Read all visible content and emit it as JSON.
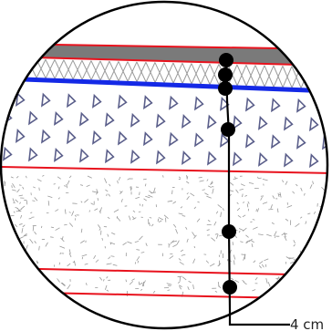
{
  "diagram": {
    "note": "4 cm",
    "colors": {
      "background": "#ffffff",
      "outline": "#000000",
      "red_line": "#e8121d",
      "blue_line": "#1429e6",
      "gray_band": "#7a7a7a",
      "hatch": "#9a9a9a",
      "triangle": "#5a5e8a",
      "speckle": "#9a9a9a",
      "dot": "#000000"
    },
    "layers": [
      {
        "name": "surface-band",
        "pattern": "solid-gray"
      },
      {
        "name": "crosshatch-layer",
        "pattern": "crosshatch"
      },
      {
        "name": "triangle-layer",
        "pattern": "triangles"
      },
      {
        "name": "speckle-layer",
        "pattern": "speckle"
      },
      {
        "name": "lower-speckle-layer",
        "pattern": "speckle"
      }
    ],
    "markers": 6,
    "icons": [
      "dot-marker",
      "triangle-symbol"
    ]
  }
}
